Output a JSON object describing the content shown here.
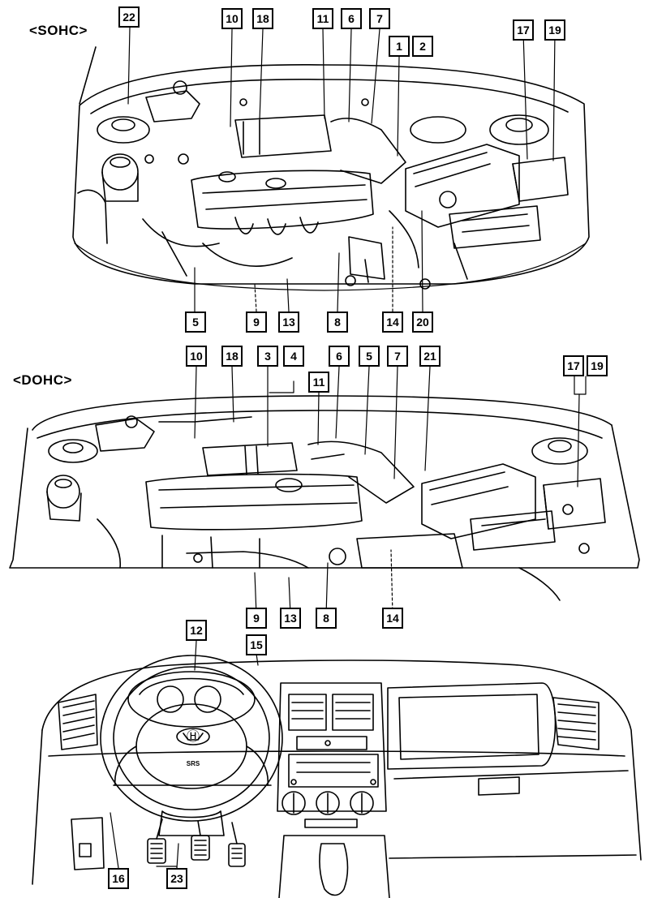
{
  "sohc": {
    "title": "<SOHC>",
    "callouts": [
      "22",
      "10",
      "18",
      "11",
      "6",
      "7",
      "1",
      "2",
      "17",
      "19",
      "5",
      "9",
      "13",
      "8",
      "14",
      "20"
    ]
  },
  "dohc": {
    "title": "<DOHC>",
    "callouts": [
      "10",
      "18",
      "3",
      "4",
      "11",
      "6",
      "5",
      "7",
      "21",
      "17",
      "19",
      "9",
      "13",
      "8",
      "14"
    ]
  },
  "interior": {
    "callouts": [
      "12",
      "15",
      "16",
      "23"
    ],
    "steering_badge": "Ⓗ",
    "airbag_text": "SRS"
  }
}
